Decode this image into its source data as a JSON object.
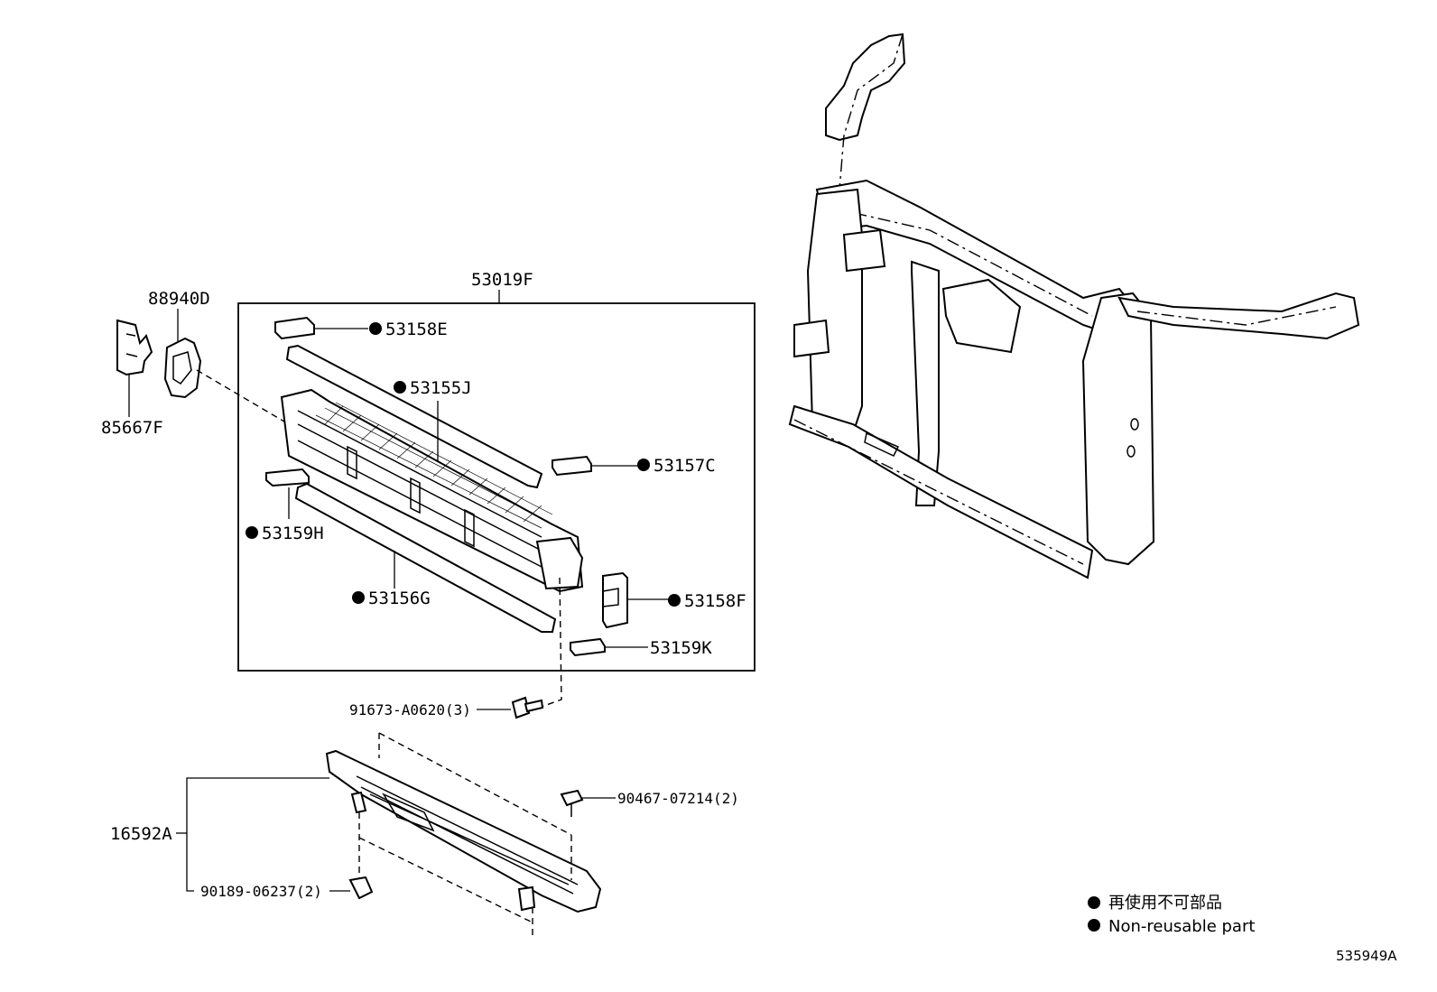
{
  "diagram": {
    "assembly_label": "53019F",
    "parts": {
      "p88940D": "88940D",
      "p85667F": "85667F",
      "p53158E": "53158E",
      "p53155J": "53155J",
      "p53157C": "53157C",
      "p53159H": "53159H",
      "p53156G": "53156G",
      "p53158F": "53158F",
      "p53159K": "53159K",
      "p91673": "91673-A0620(3)",
      "p90467": "90467-07214(2)",
      "p16592A": "16592A",
      "p90189": "90189-06237(2)"
    },
    "legend": {
      "japanese": "再使用不可部品",
      "english": "Non-reusable part"
    },
    "reference": "535949A"
  }
}
